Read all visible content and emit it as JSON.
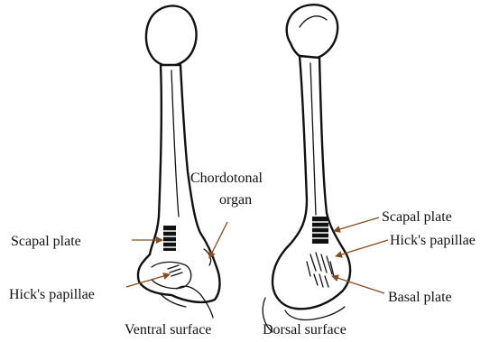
{
  "labels": {
    "chordotonal_organ_line1": "Chordotonal",
    "chordotonal_organ_line2": "organ",
    "left_scapal_plate": "Scapal plate",
    "left_hicks_papillae": "Hick's papillae",
    "ventral_surface": "Ventral surface",
    "right_scapal_plate": "Scapal plate",
    "right_hicks_papillae": "Hick's papillae",
    "basal_plate": "Basal plate",
    "dorsal_surface": "Dorsal surface"
  },
  "colors": {
    "outline": "#111111",
    "leader": "#8a4a1c",
    "background": "#ffffff"
  }
}
